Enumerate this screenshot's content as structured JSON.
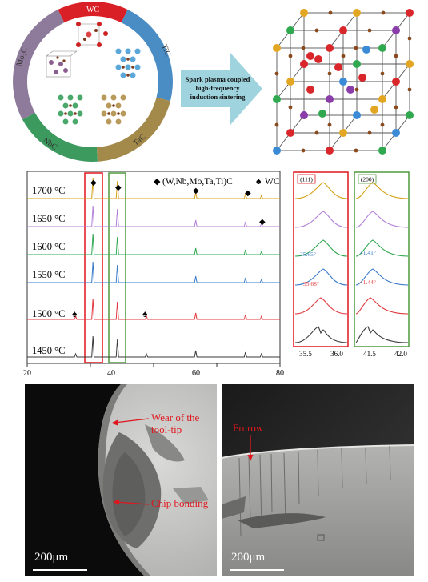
{
  "ring": {
    "segments": [
      {
        "label": "WC",
        "color": "#d92027"
      },
      {
        "label": "TiC",
        "color": "#4a8cc4"
      },
      {
        "label": "TaC",
        "color": "#a48a4a"
      },
      {
        "label": "NbC",
        "color": "#3d9a5f"
      },
      {
        "label": "Mo₂C",
        "color": "#8e7a9a"
      }
    ]
  },
  "process_arrow": {
    "text_line1": "Spark plasma coupled",
    "text_line2": "high-frequency",
    "text_line3": "induction sintering",
    "color": "#9fd4df"
  },
  "xrd": {
    "temperatures": [
      "1700 °C",
      "1650 °C",
      "1600 °C",
      "1550 °C",
      "1500 °C",
      "1450 °C"
    ],
    "legend_hea": "(W,Nb,Mo,Ta,Ti)C",
    "legend_wc": "WC",
    "x_ticks": [
      "20",
      "40",
      "60",
      "80"
    ],
    "colors": [
      "#d4a017",
      "#b27fd6",
      "#2fa84f",
      "#3a7bc8",
      "#e0393e",
      "#3a3a3a"
    ]
  },
  "inset111": {
    "label": "(111)",
    "ann_blue": "35.65°",
    "ann_red": "35.68°",
    "x_ticks": [
      "35.5",
      "36.0"
    ],
    "box_color": "#e0161e"
  },
  "inset200": {
    "label": "(200)",
    "ann_blue": "41.41°",
    "ann_red": "41.44°",
    "x_ticks": [
      "41.5",
      "42.0"
    ],
    "box_color": "#4e9a3a"
  },
  "micro_left": {
    "ann_wear_l1": "Wear of the",
    "ann_wear_l2": "tool-tip",
    "ann_chip": "Chip bonding",
    "scale": "200μm"
  },
  "micro_right": {
    "ann_furrow": "Frurow",
    "scale": "200μm"
  }
}
